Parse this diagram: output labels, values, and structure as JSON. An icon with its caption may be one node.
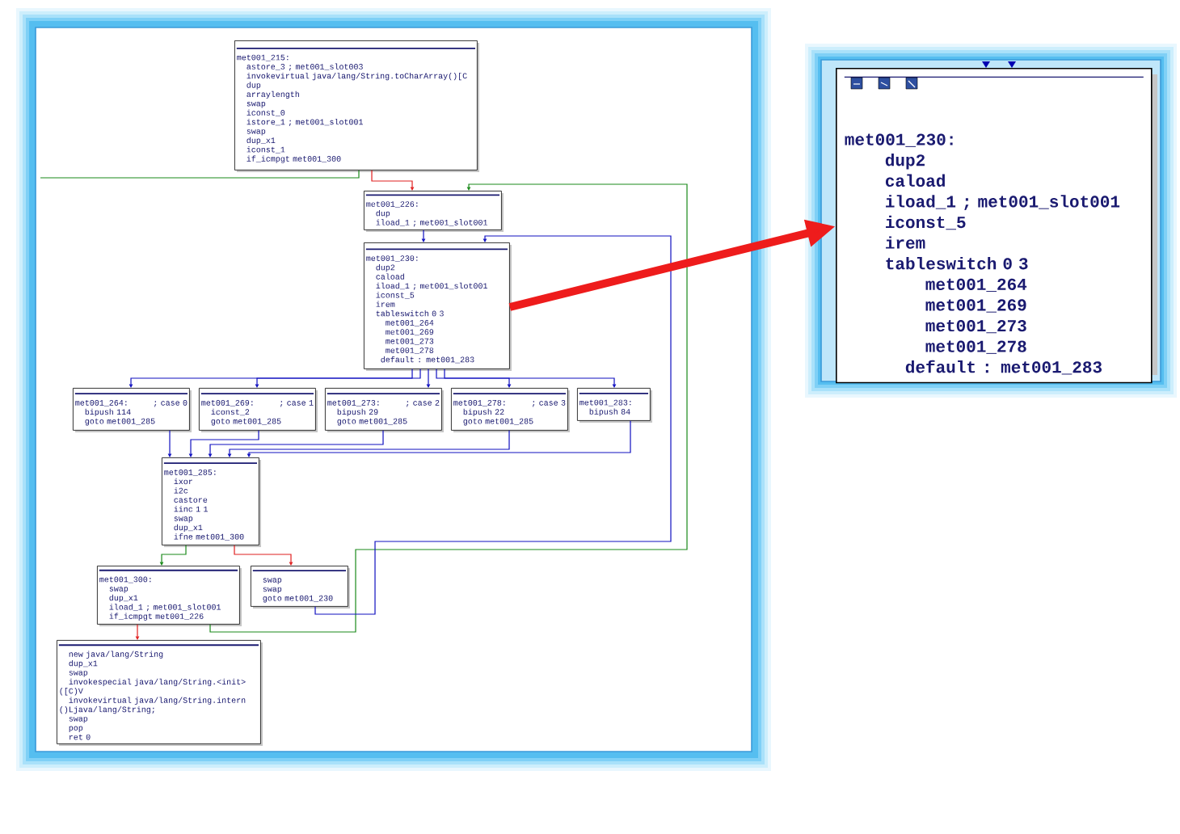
{
  "diagram": {
    "nodes": [
      {
        "text": [
          "met001_215:",
          "astore_3 ; met001_slot003",
          "invokevirtual java/lang/String.toCharArray()[C",
          "dup",
          "arraylength",
          "swap",
          "iconst_0",
          "istore_1 ; met001_slot001",
          "swap",
          "dup_x1",
          "iconst_1",
          "if_icmpgt met001_300"
        ]
      },
      {
        "text": [
          "met001_226:",
          "dup",
          "iload_1 ; met001_slot001"
        ]
      },
      {
        "text": [
          "met001_230:",
          "dup2",
          "caload",
          "iload_1 ; met001_slot001",
          "iconst_5",
          "irem",
          "tableswitch 0 3",
          "met001_264",
          "met001_269",
          "met001_273",
          "met001_278",
          "default : met001_283"
        ]
      },
      {
        "text": [
          "met001_264:",
          "; case 0",
          "bipush 114",
          "goto met001_285"
        ]
      },
      {
        "text": [
          "met001_269:",
          "; case 1",
          "iconst_2",
          "goto met001_285"
        ]
      },
      {
        "text": [
          "met001_273:",
          "; case 2",
          "bipush 29",
          "goto met001_285"
        ]
      },
      {
        "text": [
          "met001_278:",
          "; case 3",
          "bipush 22",
          "goto met001_285"
        ]
      },
      {
        "text": [
          "met001_283:",
          "bipush 84"
        ]
      },
      {
        "text": [
          "met001_285:",
          "ixor",
          "i2c",
          "castore",
          "iinc 1 1",
          "swap",
          "dup_x1",
          "ifne met001_300"
        ]
      },
      {
        "text": [
          "met001_300:",
          "swap",
          "dup_x1",
          "iload_1 ; met001_slot001",
          "if_icmpgt met001_226"
        ]
      },
      {
        "text": [
          "swap",
          "swap",
          "goto met001_230"
        ]
      },
      {
        "text": [
          "new java/lang/String",
          "dup_x1",
          "swap",
          "invokespecial java/lang/String.<init>",
          "([C)V",
          "invokevirtual java/lang/String.intern",
          "()Ljava/lang/String;",
          "swap",
          "pop",
          "ret 0"
        ]
      },
      {
        "text": [
          "met001_230:",
          "dup2",
          "caload",
          "iload_1 ; met001_slot001",
          "iconst_5",
          "irem",
          "tableswitch 0 3",
          "met001_264",
          "met001_269",
          "met001_273",
          "met001_278",
          "default : met001_283"
        ]
      }
    ],
    "edges": [
      {
        "from": 0,
        "to": 1,
        "arrow": "to",
        "color": "#e02020"
      },
      {
        "from": 0,
        "to": null,
        "arrow": "none",
        "color": "#1a8a1a"
      },
      {
        "from": 1,
        "to": 2,
        "arrow": "to"
      },
      {
        "from": 2,
        "to": 3,
        "arrow": "to"
      },
      {
        "from": 2,
        "to": 4,
        "arrow": "to"
      },
      {
        "from": 2,
        "to": 5,
        "arrow": "to"
      },
      {
        "from": 2,
        "to": 6,
        "arrow": "to"
      },
      {
        "from": 2,
        "to": 7,
        "arrow": "to"
      },
      {
        "from": 3,
        "to": 8,
        "arrow": "to"
      },
      {
        "from": 4,
        "to": 8,
        "arrow": "to"
      },
      {
        "from": 5,
        "to": 8,
        "arrow": "to"
      },
      {
        "from": 6,
        "to": 8,
        "arrow": "to"
      },
      {
        "from": 7,
        "to": 8,
        "arrow": "to"
      },
      {
        "from": 8,
        "to": 9,
        "arrow": "to",
        "color": "#1a8a1a"
      },
      {
        "from": 8,
        "to": 10,
        "arrow": "to",
        "color": "#e02020"
      },
      {
        "from": 9,
        "to": 11,
        "arrow": "to",
        "color": "#e02020"
      },
      {
        "from": 9,
        "to": 1,
        "arrow": "to",
        "color": "#1a8a1a"
      },
      {
        "from": 10,
        "to": 2,
        "arrow": "to"
      },
      {
        "from": 2,
        "to": 12,
        "arrow": "to",
        "color": "#ee1c1c",
        "style": "thick"
      }
    ]
  }
}
